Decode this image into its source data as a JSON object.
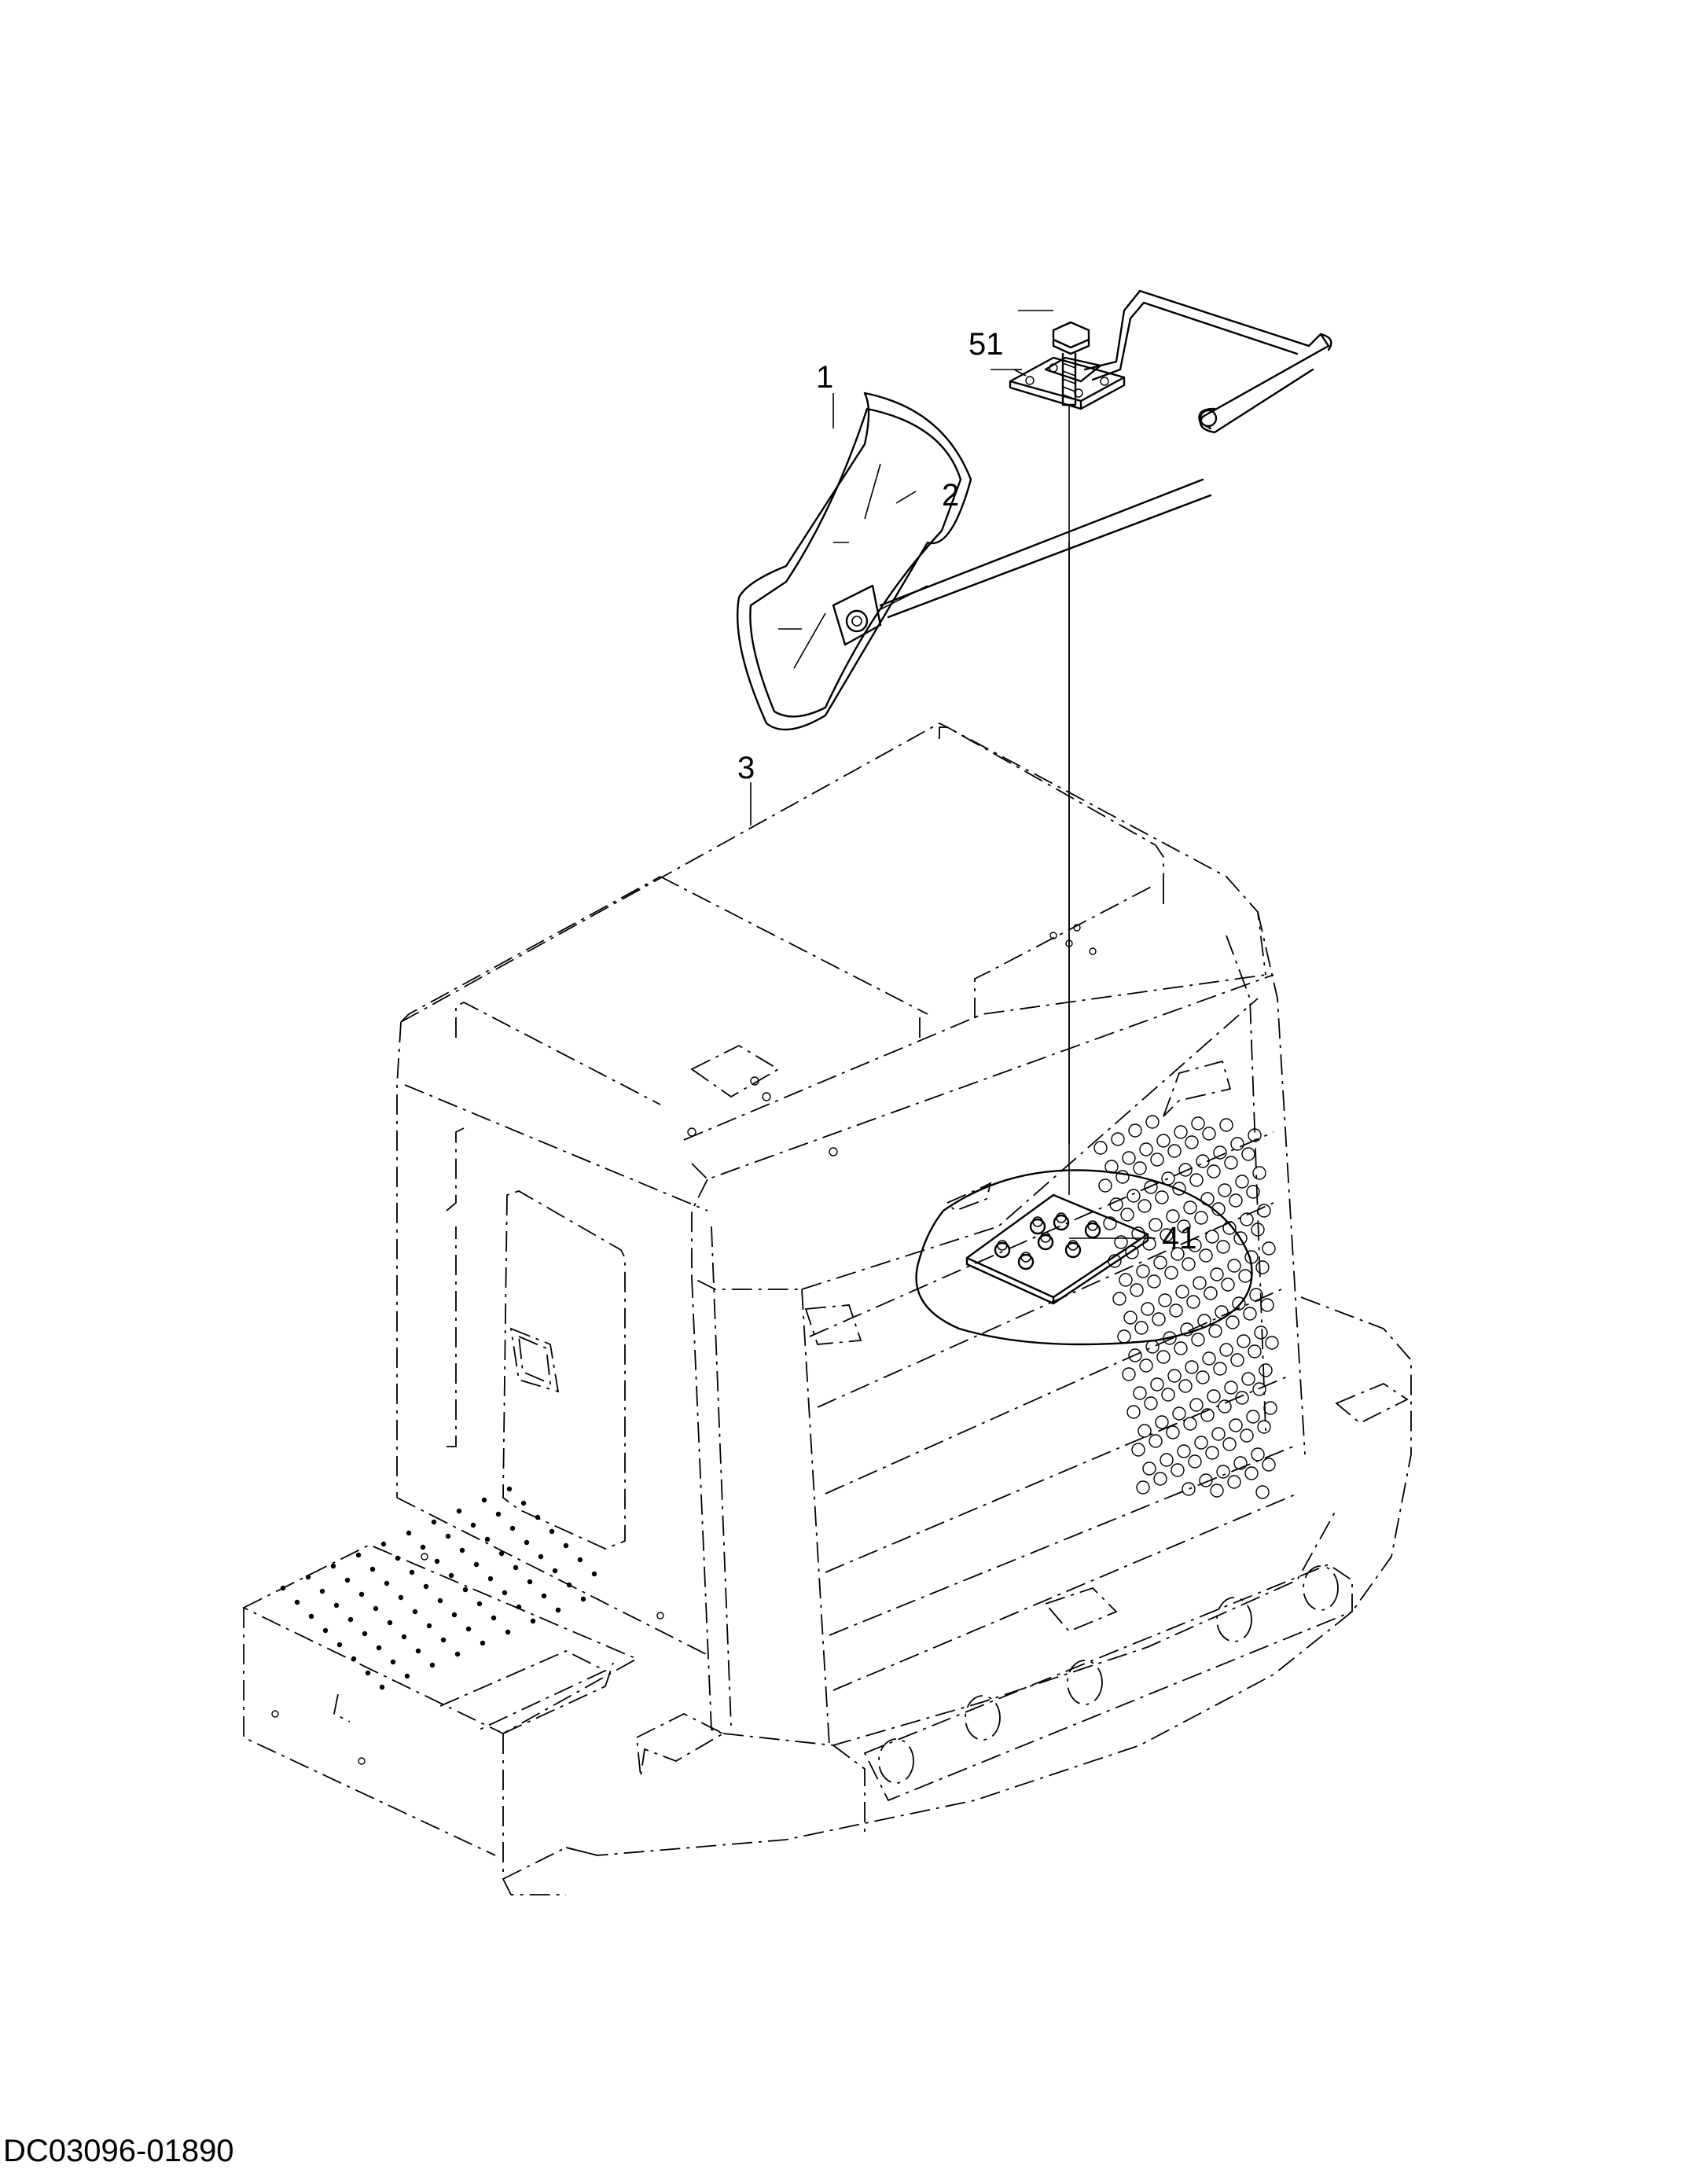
{
  "callouts": {
    "part_1": "1",
    "part_2": "2",
    "part_3": "3",
    "part_41": "41",
    "part_51": "51"
  },
  "document_code": "DC03096-01890",
  "icons": [
    "mirror-assembly",
    "mirror-bracket-plate",
    "hex-bolt",
    "cab-frame-phantom",
    "mounting-plate-detail"
  ]
}
